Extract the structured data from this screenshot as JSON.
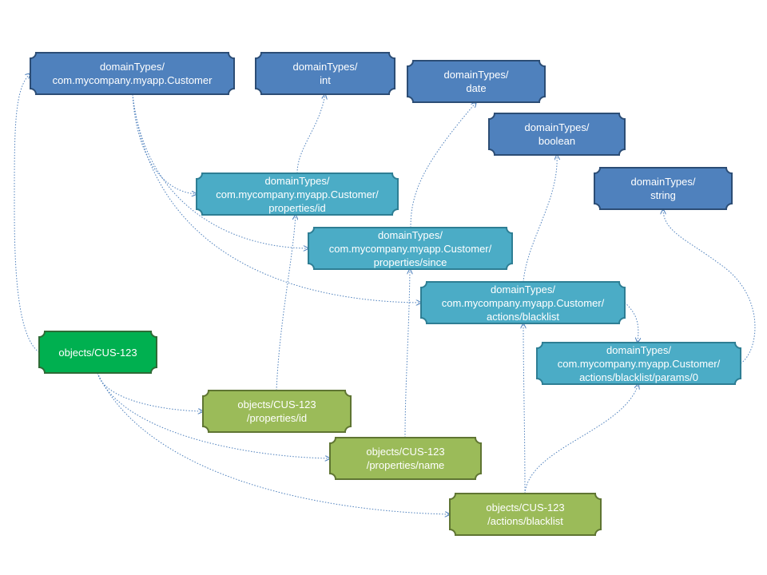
{
  "colors": {
    "domain_fill": "#4F81BD",
    "domain_border": "#2C4D75",
    "member_fill": "#4BACC6",
    "member_border": "#2E7E94",
    "object_fill": "#00B050",
    "object_border": "#2E6B36",
    "object_member_fill": "#9BBB59",
    "object_member_border": "#5F7532",
    "connector": "#4F81BD"
  },
  "nodes": [
    {
      "key": "customer",
      "kind": "domain",
      "lines": [
        "domainTypes/",
        "com.mycompany.myapp.Customer"
      ]
    },
    {
      "key": "int",
      "kind": "domain",
      "lines": [
        "domainTypes/",
        "int"
      ]
    },
    {
      "key": "date",
      "kind": "domain",
      "lines": [
        "domainTypes/",
        "date"
      ]
    },
    {
      "key": "boolean",
      "kind": "domain",
      "lines": [
        "domainTypes/",
        "boolean"
      ]
    },
    {
      "key": "string",
      "kind": "domain",
      "lines": [
        "domainTypes/",
        "string"
      ]
    },
    {
      "key": "prop-id",
      "kind": "member",
      "lines": [
        "domainTypes/",
        "com.mycompany.myapp.Customer/",
        "properties/id"
      ]
    },
    {
      "key": "prop-since",
      "kind": "member",
      "lines": [
        "domainTypes/",
        "com.mycompany.myapp.Customer/",
        "properties/since"
      ]
    },
    {
      "key": "action-blacklist",
      "kind": "member",
      "lines": [
        "domainTypes/",
        "com.mycompany.myapp.Customer/",
        "actions/blacklist"
      ]
    },
    {
      "key": "action-param0",
      "kind": "member",
      "lines": [
        "domainTypes/",
        "com.mycompany.myapp.Customer/",
        "actions/blacklist/params/0"
      ]
    },
    {
      "key": "obj",
      "kind": "object",
      "lines": [
        "objects/CUS-123"
      ]
    },
    {
      "key": "obj-prop-id",
      "kind": "object-member",
      "lines": [
        "objects/CUS-123",
        "/properties/id"
      ]
    },
    {
      "key": "obj-prop-name",
      "kind": "object-member",
      "lines": [
        "objects/CUS-123",
        "/properties/name"
      ]
    },
    {
      "key": "obj-action-blacklist",
      "kind": "object-member",
      "lines": [
        "objects/CUS-123",
        "/actions/blacklist"
      ]
    }
  ],
  "edges": [
    {
      "from": "obj",
      "to": "customer"
    },
    {
      "from": "obj",
      "to": "obj-prop-id"
    },
    {
      "from": "obj",
      "to": "obj-prop-name"
    },
    {
      "from": "obj",
      "to": "obj-action-blacklist"
    },
    {
      "from": "customer",
      "to": "prop-id"
    },
    {
      "from": "customer",
      "to": "prop-since"
    },
    {
      "from": "customer",
      "to": "action-blacklist"
    },
    {
      "from": "prop-id",
      "to": "int"
    },
    {
      "from": "prop-since",
      "to": "date"
    },
    {
      "from": "action-blacklist",
      "to": "boolean"
    },
    {
      "from": "action-blacklist",
      "to": "action-param0"
    },
    {
      "from": "action-param0",
      "to": "string"
    },
    {
      "from": "obj-prop-id",
      "to": "prop-id"
    },
    {
      "from": "obj-prop-name",
      "to": "prop-since"
    },
    {
      "from": "obj-action-blacklist",
      "to": "action-blacklist"
    },
    {
      "from": "obj-action-blacklist",
      "to": "action-param0"
    }
  ]
}
